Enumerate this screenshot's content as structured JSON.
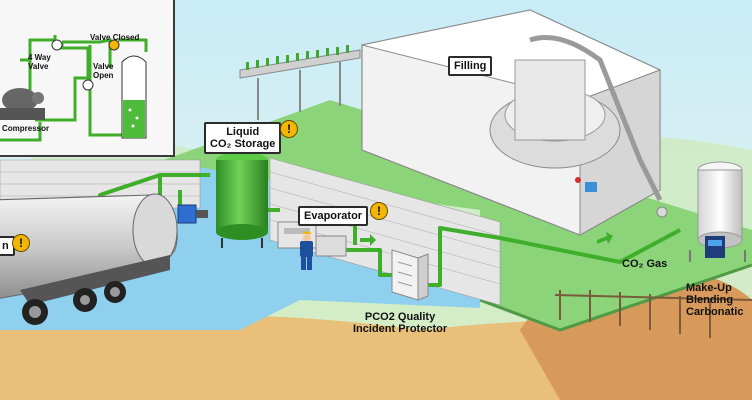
{
  "labels": {
    "filling": "Filling",
    "liquid_storage_line1": "Liquid",
    "liquid_storage_line2": "CO₂ Storage",
    "evaporator": "Evaporator",
    "co2_gas": "CO₂ Gas",
    "pco2_line1": "PCO2 Quality",
    "pco2_line2": "Incident Protector",
    "makeup_line1": "Make-Up",
    "makeup_line2": "Blending",
    "makeup_line3": "Carbonatic",
    "tanker_partial": "n"
  },
  "inset": {
    "valve_closed": "Valve Closed",
    "four_way_line1": "4 Way",
    "four_way_line2": "Valve",
    "valve_open_line1": "Valve",
    "valve_open_line2": "Open",
    "compressor": "Compressor"
  },
  "warning_symbol": "!",
  "colors": {
    "pipe_green": "#3fae2a",
    "tank_green": "#4cbc3a",
    "water_blue": "#8fd0ef",
    "warning_yellow": "#f2b705",
    "platform_green": "#7bc96f"
  },
  "icons": [
    "warning-icon",
    "valve-icon",
    "tanker-truck",
    "storage-tank",
    "evaporator-unit",
    "filling-machine",
    "blending-tank"
  ]
}
